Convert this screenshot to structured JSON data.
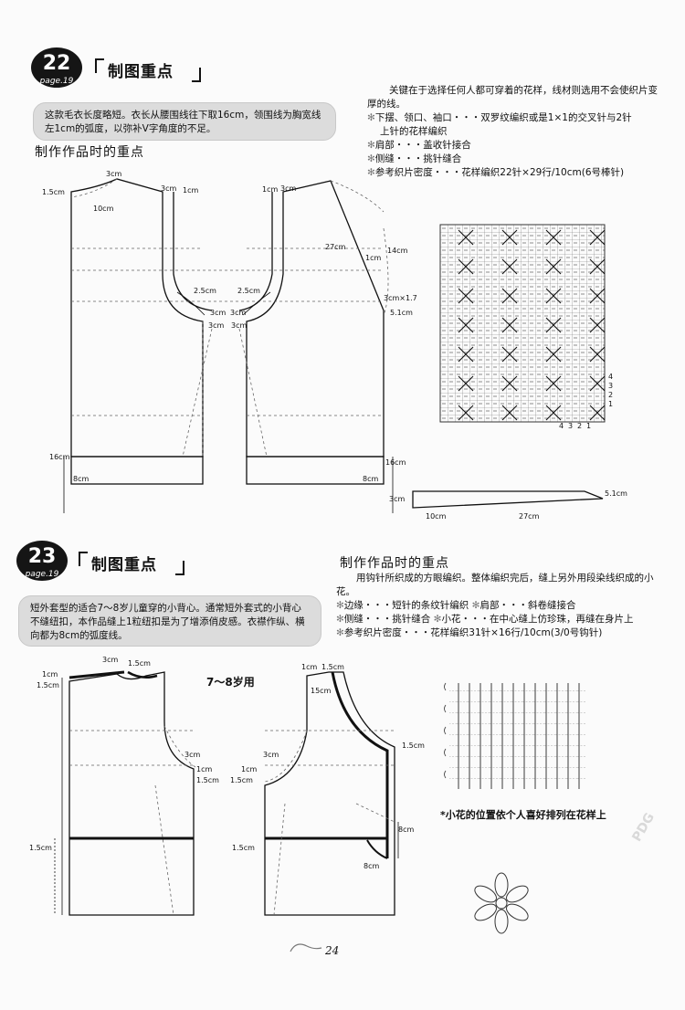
{
  "section22": {
    "number": "22",
    "page_ref": "page.19",
    "heading": "制图重点",
    "note": "这款毛衣长度略短。衣长从腰围线往下取16cm，领围线为胸宽线左1cm的弧度，以弥补V字角度的不足。",
    "subtitle": "制作作品时的重点",
    "tips_intro": "关键在于选择任何人都可穿着的花样，线材则选用不会使织片变厚的线。",
    "tips": [
      "下摆、领口、袖口・・・双罗纹编织或是1×1的交叉针与2针",
      "上针的花样编织",
      "肩部・・・盖收针接合",
      "侧缝・・・挑针缝合",
      "参考织片密度・・・花样编织22针×29行/10cm(6号棒针)"
    ],
    "labels": {
      "l1": "3cm",
      "l2": "1.5cm",
      "l3": "10cm",
      "l4": "3cm",
      "l5": "1cm",
      "l6": "1cm",
      "l7": "3cm",
      "l8": "27cm",
      "l9": "14cm",
      "l10": "1cm",
      "l11": "2.5cm",
      "l12": "2.5cm",
      "l13": "3cm",
      "l14": "3cm",
      "l15": "3cm",
      "l16": "3cm",
      "l17": "3cm×1.7",
      "l18": "5.1cm",
      "l19": "16cm",
      "l20": "8cm",
      "l21": "16cm",
      "l22": "8cm",
      "l23": "3cm",
      "l24": "5.1cm",
      "l25": "10cm",
      "l26": "27cm"
    },
    "chart_row_nums": [
      "4",
      "3",
      "2",
      "1"
    ],
    "chart_col_nums": [
      "4",
      "3",
      "2",
      "1"
    ]
  },
  "section23": {
    "number": "23",
    "page_ref": "page.19",
    "heading": "制图重点",
    "note": "短外套型的适合7～8岁儿童穿的小背心。通常短外套式的小背心不缝纽扣，本作品缝上1粒纽扣是为了增添俏皮感。衣襟作纵、横向都为8cm的弧度线。",
    "subtitle": "制作作品时的重点",
    "tips_intro": "用钩针所织成的方眼编织。整体编织完后，缝上另外用段染线织成的小花。",
    "tips": [
      "边缘・・・短针的条纹针编织",
      "肩部・・・斜卷缝接合",
      "侧缝・・・挑针缝合",
      "小花・・・在中心缝上仿珍珠，再缝在身片上",
      "参考织片密度・・・花样编织31针×16行/10cm(3/0号钩针)"
    ],
    "age": "7～8岁用",
    "footnote": "*小花的位置依个人喜好排列在花样上",
    "labels": {
      "m1": "3cm",
      "m2": "1.5cm",
      "m3": "1cm",
      "m4": "1.5cm",
      "m5": "1cm",
      "m6": "1.5cm",
      "m7": "15cm",
      "m8": "3cm",
      "m9": "1cm",
      "m10": "1.5cm",
      "m11": "3cm",
      "m12": "1cm",
      "m13": "1.5cm",
      "m14": "1.5cm",
      "m15": "8cm",
      "m16": "1.5cm",
      "m17": "1.5cm",
      "m18": "8cm"
    }
  },
  "page_number": "24",
  "watermark": "PDG"
}
